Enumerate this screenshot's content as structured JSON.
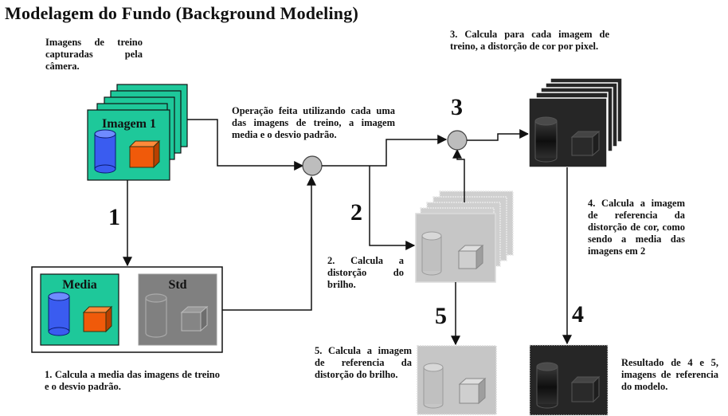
{
  "title": "Modelagem do Fundo (Background Modeling)",
  "notes": {
    "training_caption": "Imagens de treino capturadas pela câmera.",
    "operation": "Operação feita utilizando cada uma das imagens de treino, a imagem media e o desvio padrão.",
    "step1": "1. Calcula a media das imagens de treino e o desvio padrão.",
    "step2": "2. Calcula a distorção do brilho.",
    "step3": "3. Calcula para cada imagem de treino, a distorção de cor por pixel.",
    "step4": "4. Calcula a imagem de referencia da distorção de cor, como sendo a media das imagens em 2",
    "step5": "5. Calcula a imagem de referencia da distorção do brilho.",
    "result": "Resultado de 4 e 5, imagens de referencia do modelo."
  },
  "step_numbers": {
    "n1": "1",
    "n2": "2",
    "n3": "3",
    "n4": "4",
    "n5": "5"
  },
  "frames": {
    "training_label": "Imagem 1",
    "media_label": "Media",
    "std_label": "Std"
  },
  "colors": {
    "teal": "#1ec89a",
    "blue_cylinder": "#3a5cf0",
    "orange_cube": "#f05a0a",
    "std_gray": "#808080",
    "brightness_gray": "#c8c8c8",
    "dark_frame": "#262626",
    "operator_gray": "#bdbdbd"
  }
}
